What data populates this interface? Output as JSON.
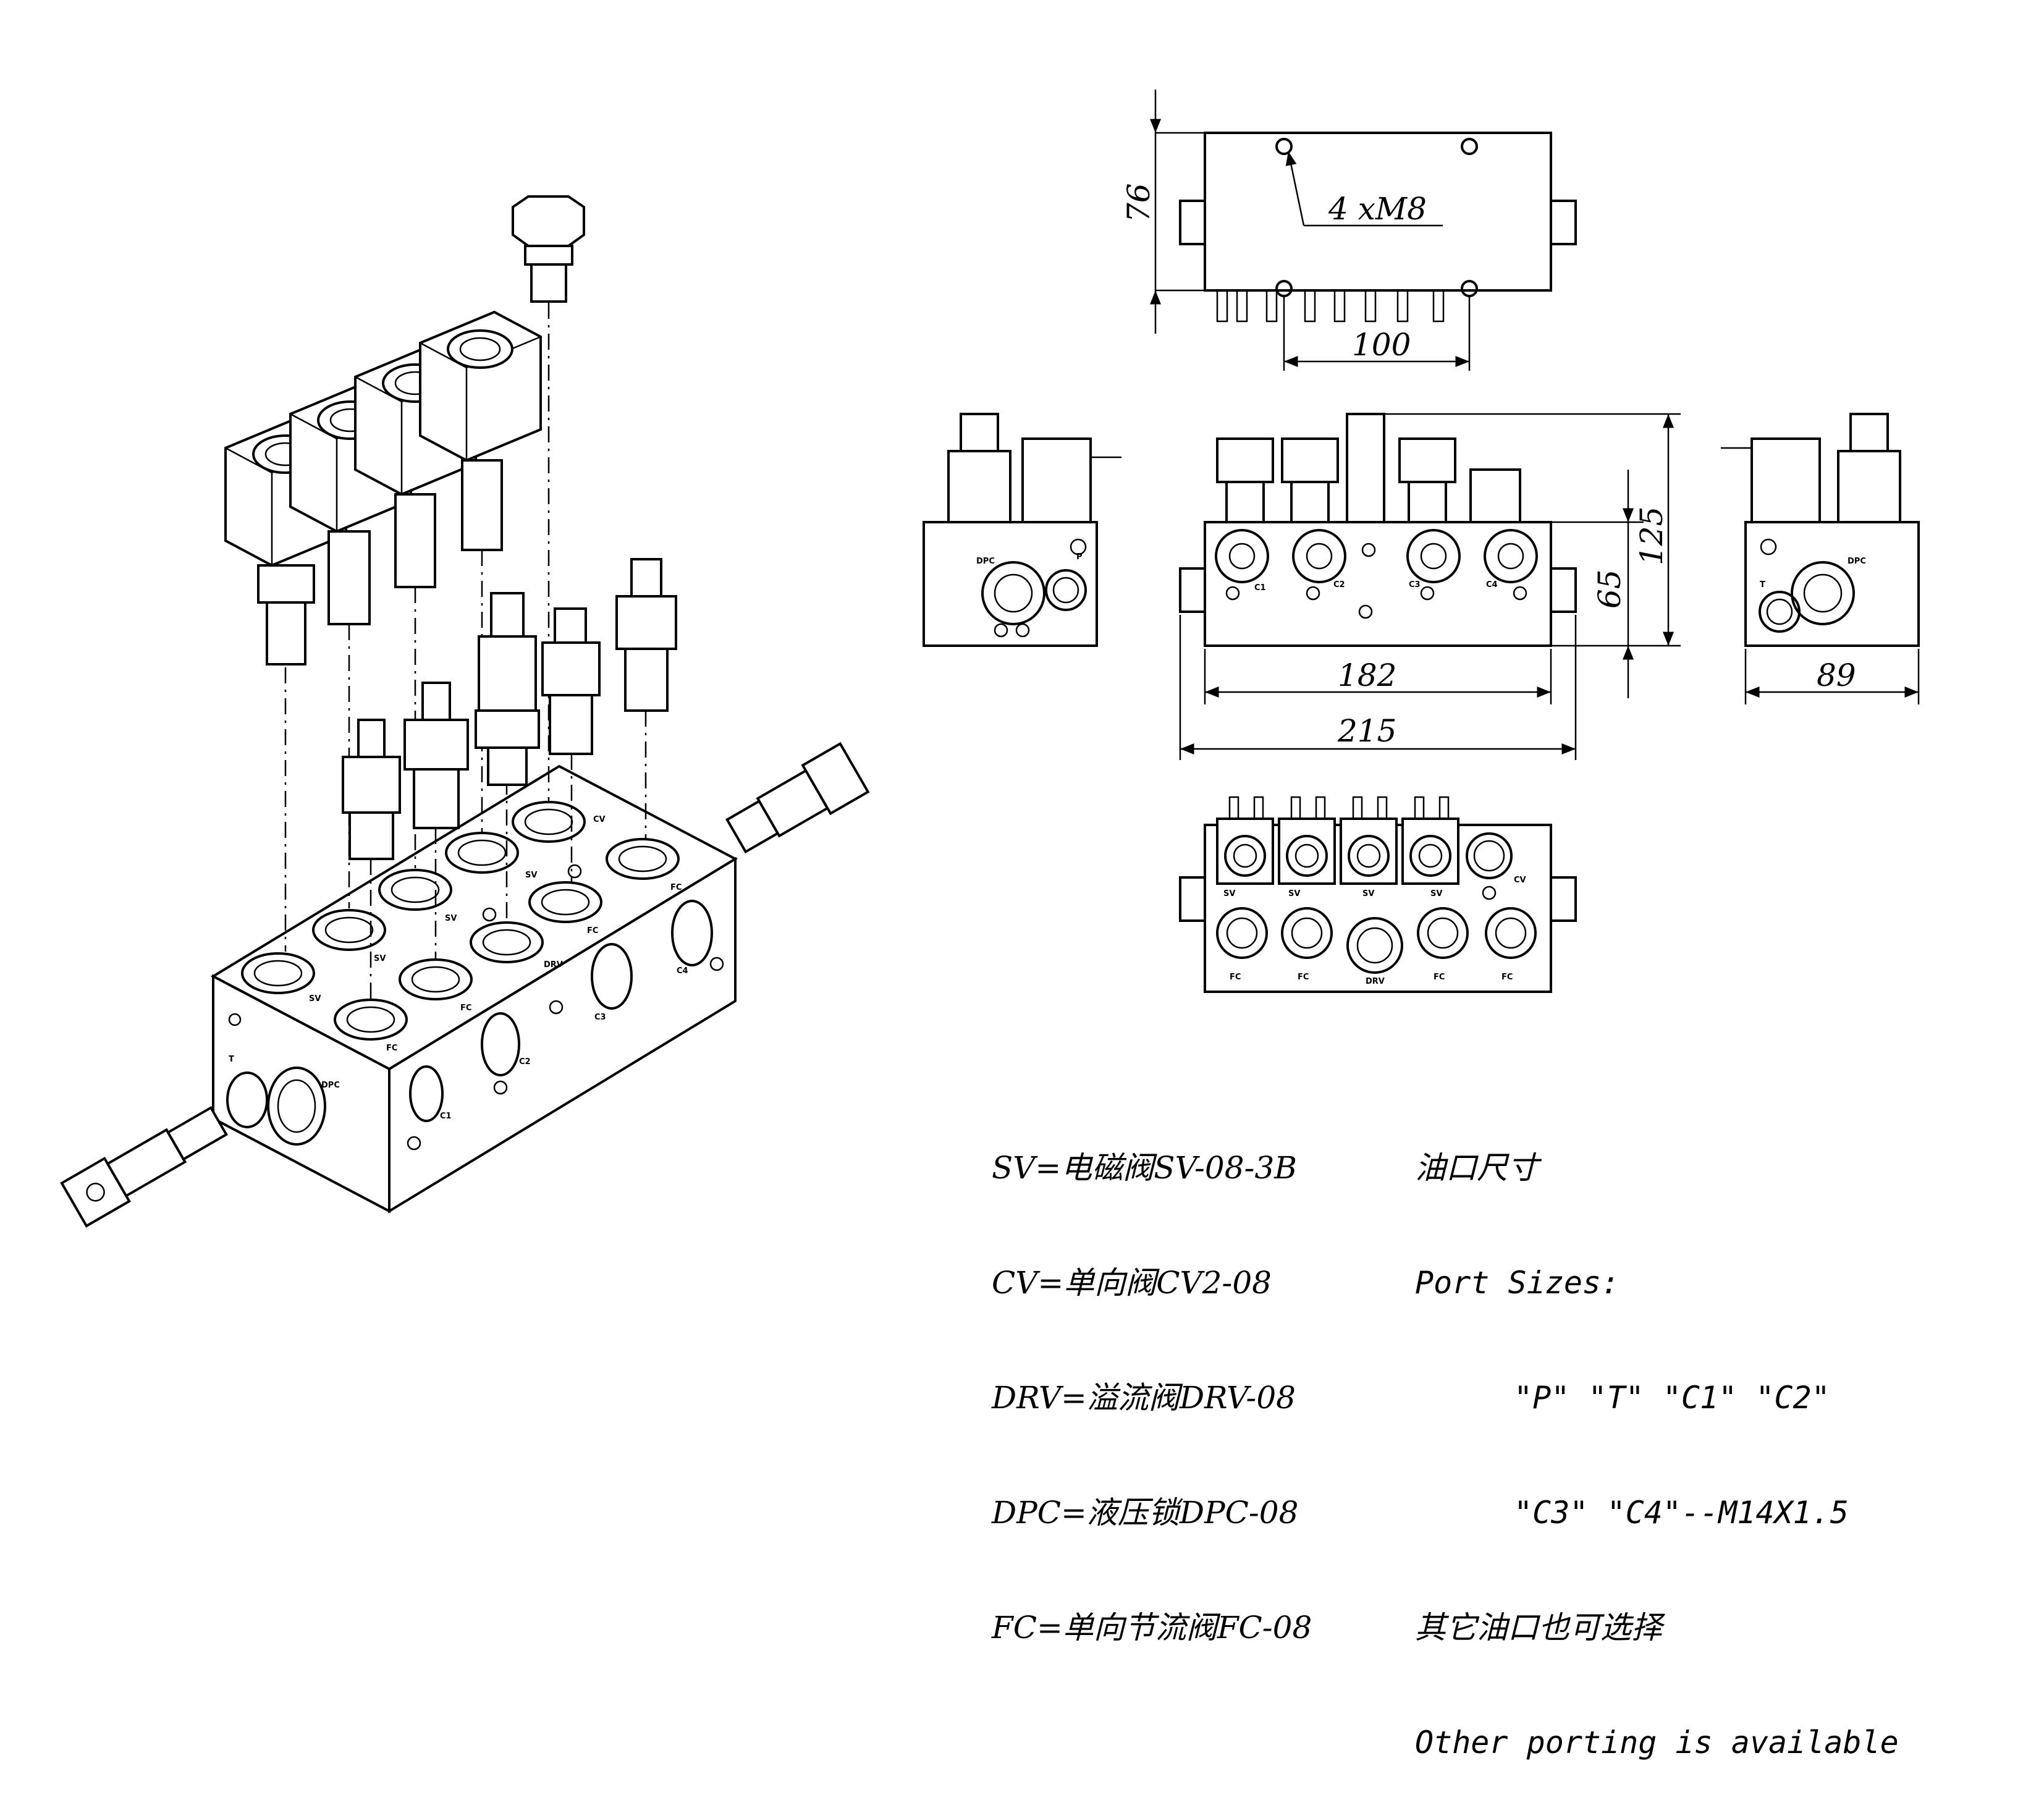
{
  "dimensions": {
    "top_height": "76",
    "top_thread": "4  xM8",
    "top_spacing": "100",
    "front_width_inner": "182",
    "front_width_overall": "215",
    "front_block_height": "65",
    "front_total_height": "125",
    "side_width": "89"
  },
  "port_labels": {
    "dpc": "DPC",
    "p": "P",
    "t": "T",
    "c1": "C1",
    "c2": "C2",
    "c3": "C3",
    "c4": "C4",
    "sv": "SV",
    "cv": "CV",
    "fc": "FC",
    "drv": "DRV"
  },
  "legend": {
    "items": [
      "SV=电磁阀SV-08-3B",
      "CV=单向阀CV2-08",
      "DRV=溢流阀DRV-08",
      "DPC=液压锁DPC-08",
      "FC=单向节流阀FC-08"
    ]
  },
  "port_info": {
    "title_cn": "油口尺寸",
    "title_en": "Port Sizes:",
    "ports_line1": "\"P\" \"T\" \"C1\" \"C2\"",
    "ports_line2": "\"C3\" \"C4\"--M14X1.5",
    "other_cn": "其它油口也可选择",
    "other_en": "Other porting is available"
  }
}
